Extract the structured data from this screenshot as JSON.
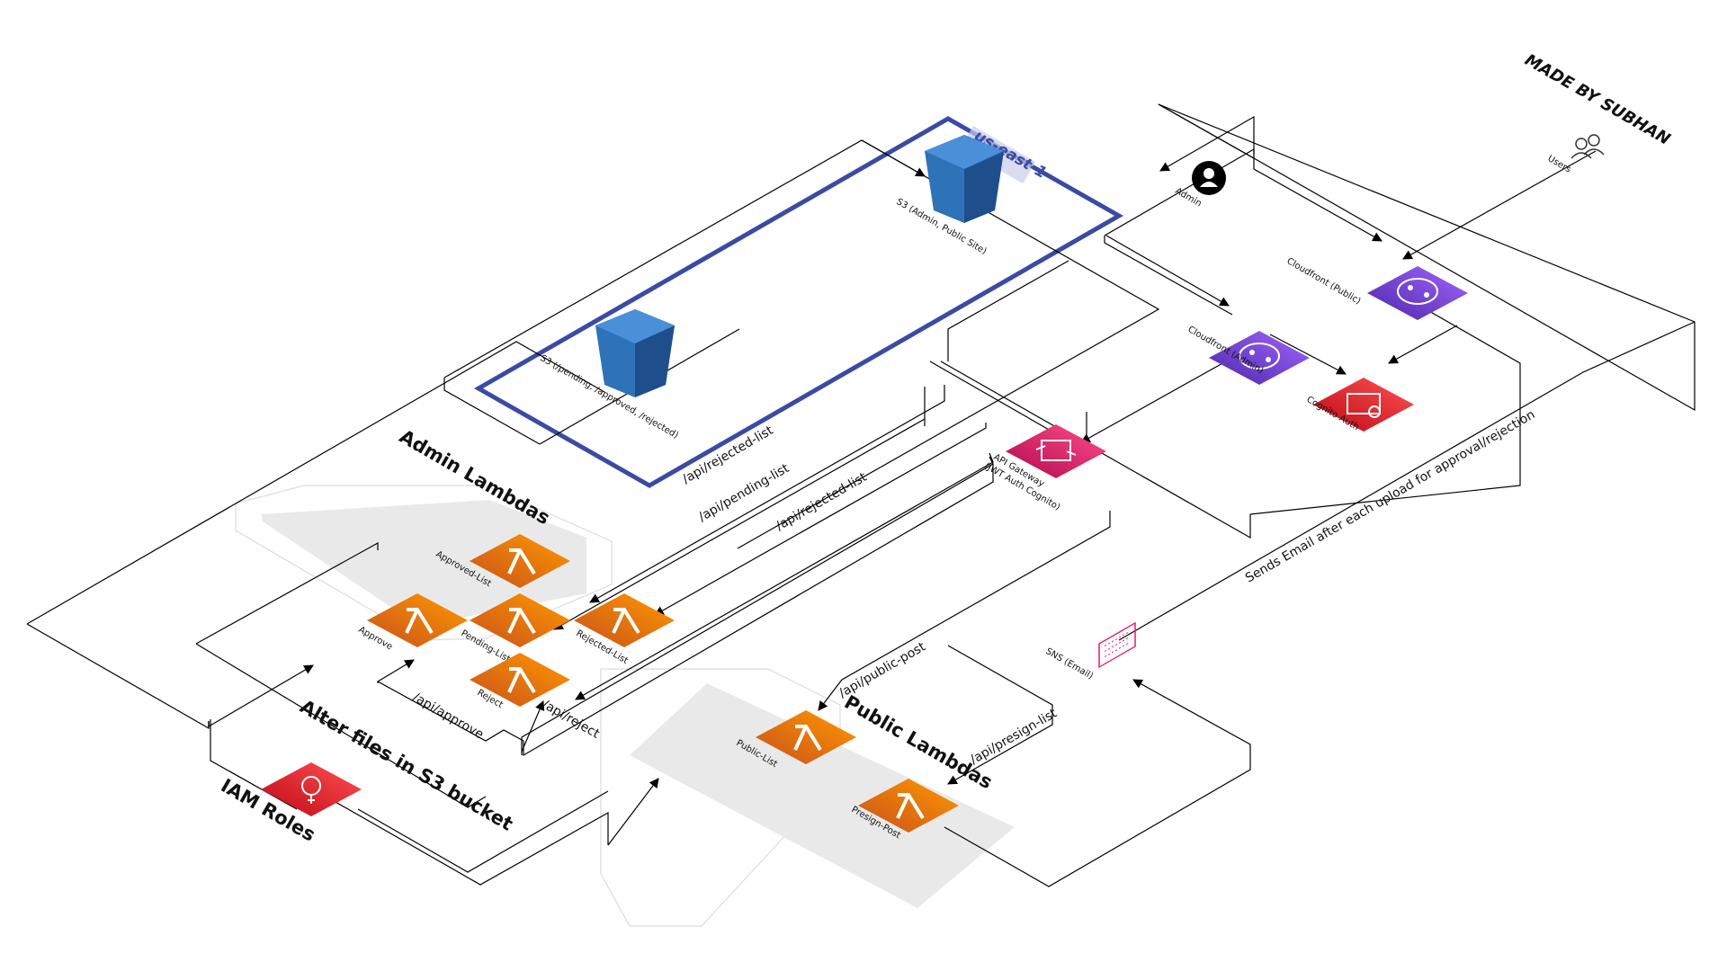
{
  "title": "MADE BY SUBHAN",
  "region": {
    "label": "us-east-1",
    "color": "#3b4ba3"
  },
  "colors": {
    "lambda": "#ed7100",
    "lambda_light": "#f7a21b",
    "cloudfront": "#8c4fff",
    "cognito": "#dd344c",
    "apigw": "#e7157b",
    "s3": "#2e73b8",
    "sns": "#e7157b",
    "iam": "#dd344c",
    "group_fill": "#e9e9ea"
  },
  "groups": {
    "admin_lambdas": "Admin Lambdas",
    "public_lambdas": "Public Lambdas"
  },
  "nodes": {
    "s3_site": {
      "label": "S3 (Admin, Public Site)",
      "icon": "s3-bucket-icon"
    },
    "s3_files": {
      "label": "S3 (/pending, /approved, /rejected)",
      "icon": "s3-bucket-icon"
    },
    "admin": {
      "label": "Admin",
      "icon": "admin-user-icon"
    },
    "users": {
      "label": "Users",
      "icon": "users-icon"
    },
    "cf_public": {
      "label": "Cloudfront (Public)",
      "icon": "cloudfront-icon"
    },
    "cf_admin": {
      "label": "Cloudfront (Admin)",
      "icon": "cloudfront-icon"
    },
    "cognito": {
      "label": "Cognito Auth",
      "icon": "cognito-icon"
    },
    "apigw": {
      "label": "API Gateway",
      "label2": "(JWT Auth Cognito)",
      "icon": "api-gateway-icon"
    },
    "approved_list": {
      "label": "Approved-List",
      "icon": "lambda-icon"
    },
    "approve": {
      "label": "Approve",
      "icon": "lambda-icon"
    },
    "pending_list": {
      "label": "Pending-List",
      "icon": "lambda-icon"
    },
    "rejected_list": {
      "label": "Rejected-List",
      "icon": "lambda-icon"
    },
    "reject": {
      "label": "Reject",
      "icon": "lambda-icon"
    },
    "public_list": {
      "label": "Public-List",
      "icon": "lambda-icon"
    },
    "presign_post": {
      "label": "Presign-Post",
      "icon": "lambda-icon"
    },
    "sns": {
      "label": "SNS (Email)",
      "icon": "sns-email-icon"
    },
    "iam": {
      "label": "IAM Roles",
      "icon": "iam-roles-icon"
    }
  },
  "edges": {
    "approved_list_route": "/api/rejected-list",
    "pending_list_route": "/api/pending-list",
    "rejected_list_route": "/api/rejected-list",
    "approve_route": "/api/approve",
    "reject_route": "/api/reject",
    "public_post_route": "/api/public-post",
    "presign_list_route": "/api/presign-list",
    "iam_alter": "Alter files in S3 bucket",
    "sns_email": "Sends Email after each upload for approval/rejection"
  }
}
